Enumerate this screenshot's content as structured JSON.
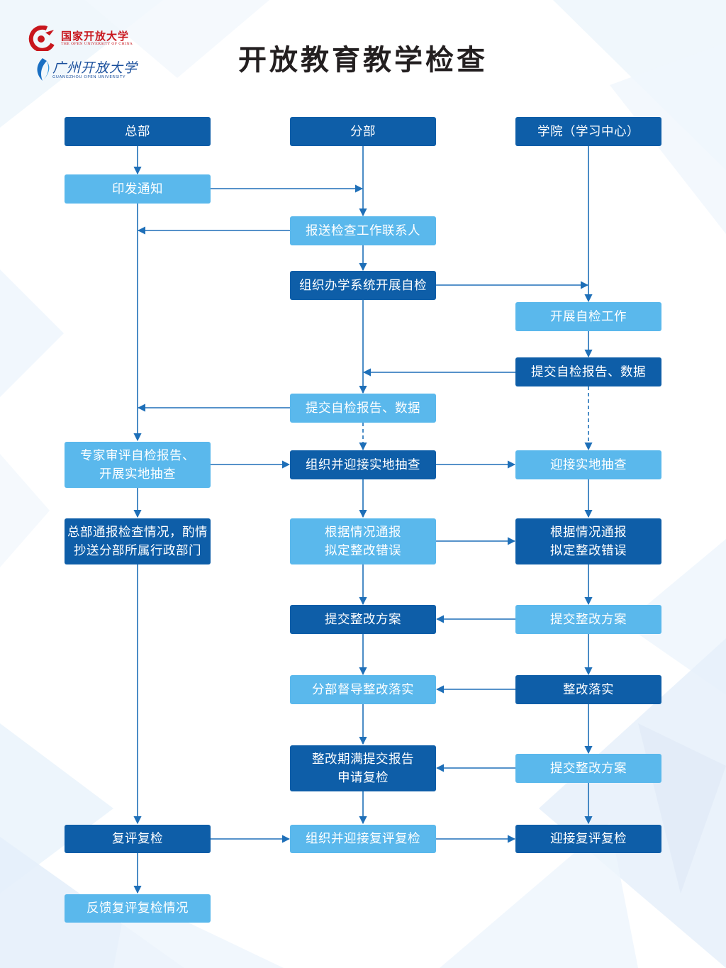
{
  "header": {
    "logo_primary": "国家开放大学",
    "logo_primary_en": "THE OPEN UNIVERSITY OF CHINA",
    "logo_secondary": "广州开放大学",
    "logo_secondary_en": "GUANGZHOU OPEN UNIVERSITY",
    "title": "开放教育教学检查"
  },
  "columns": {
    "hq": "总部",
    "branch": "分部",
    "college": "学院（学习中心）"
  },
  "steps": {
    "hq_notice": "印发通知",
    "branch_contact": "报送检查工作联系人",
    "branch_organize_self_check": "组织办学系统开展自检",
    "college_self_check": "开展自检工作",
    "college_submit_report": "提交自检报告、数据",
    "branch_submit_report": "提交自检报告、数据",
    "hq_review_line1": "专家审评自检报告、",
    "hq_review_line2": "开展实地抽查",
    "branch_site_check": "组织并迎接实地抽查",
    "college_site_check": "迎接实地抽查",
    "hq_report_line1": "总部通报检查情况，酌情",
    "hq_report_line2": "抄送分部所属行政部门",
    "branch_fix_line1": "根据情况通报",
    "branch_fix_line2": "拟定整改错误",
    "college_fix_line1": "根据情况通报",
    "college_fix_line2": "拟定整改错误",
    "branch_submit_plan": "提交整改方案",
    "college_submit_plan": "提交整改方案",
    "branch_supervise": "分部督导整改落实",
    "college_implement": "整改落实",
    "branch_recheck_line1": "整改期满提交报告",
    "branch_recheck_line2": "申请复检",
    "college_submit_plan2": "提交整改方案",
    "hq_recheck": "复评复检",
    "branch_recheck": "组织并迎接复评复检",
    "college_recheck": "迎接复评复检",
    "hq_feedback": "反馈复评复检情况"
  },
  "colors": {
    "dark_box": "#0e5ea8",
    "light_box": "#5ab8ec",
    "arrow": "#1e6fb8",
    "title": "#231f20"
  }
}
